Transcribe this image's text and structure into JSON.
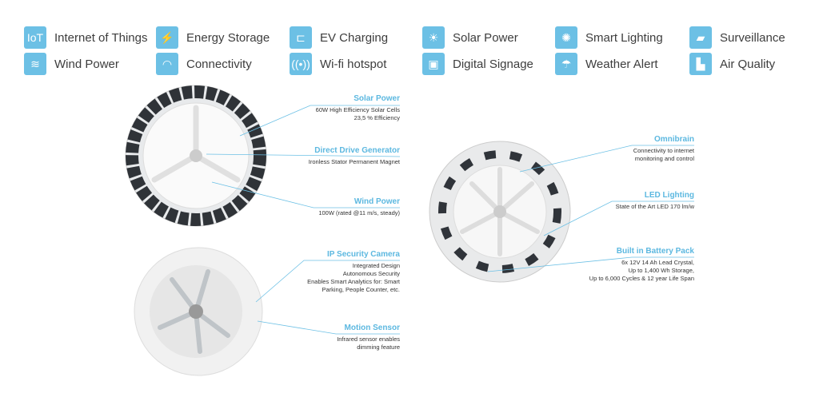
{
  "features": [
    {
      "label": "Internet of Things",
      "icon": "iot-icon",
      "glyph": "IoT"
    },
    {
      "label": "Wind Power",
      "icon": "wind-icon",
      "glyph": "≋"
    },
    {
      "label": "Energy Storage",
      "icon": "lightning-icon",
      "glyph": "⚡"
    },
    {
      "label": "Connectivity",
      "icon": "wifi-icon",
      "glyph": "◠"
    },
    {
      "label": "EV Charging",
      "icon": "ev-plug-icon",
      "glyph": "⊏"
    },
    {
      "label": "Wi-fi hotspot",
      "icon": "hotspot-icon",
      "glyph": "((•))"
    },
    {
      "label": "Solar Power",
      "icon": "sun-icon",
      "glyph": "☀"
    },
    {
      "label": "Digital Signage",
      "icon": "signage-icon",
      "glyph": "▣"
    },
    {
      "label": "Smart Lighting",
      "icon": "bulb-icon",
      "glyph": "✺"
    },
    {
      "label": "Weather Alert",
      "icon": "umbrella-icon",
      "glyph": "☂"
    },
    {
      "label": "Surveillance",
      "icon": "camera-icon",
      "glyph": "▰"
    },
    {
      "label": "Air Quality",
      "icon": "factory-icon",
      "glyph": "▙"
    }
  ],
  "callouts": [
    {
      "title": "Solar Power",
      "lines": [
        "60W High Efficiency Solar Cells",
        "23,5 % Efficiency"
      ]
    },
    {
      "title": "Direct Drive Generator",
      "lines": [
        "Ironless Stator Permanent Magnet"
      ]
    },
    {
      "title": "Wind Power",
      "lines": [
        "100W (rated @11 m/s, steady)"
      ]
    },
    {
      "title": "IP Security Camera",
      "lines": [
        "Integrated Design",
        "Autonomous Security",
        "Enables Smart Analytics for: Smart",
        "Parking, People Counter, etc."
      ]
    },
    {
      "title": "Motion Sensor",
      "lines": [
        "Infrared sensor enables",
        "dimming feature"
      ]
    },
    {
      "title": "Omnibrain",
      "lines": [
        "Connectivity to internet",
        "monitoring and control"
      ]
    },
    {
      "title": "LED Lighting",
      "lines": [
        "State of the Art LED 170 lm/w"
      ]
    },
    {
      "title": "Built in Battery Pack",
      "lines": [
        "6x 12V 14 Ah Lead Crystal,",
        "Up to 1,400 Wh Storage,",
        "Up to 6,000 Cycles & 12 year Life Span"
      ]
    }
  ]
}
